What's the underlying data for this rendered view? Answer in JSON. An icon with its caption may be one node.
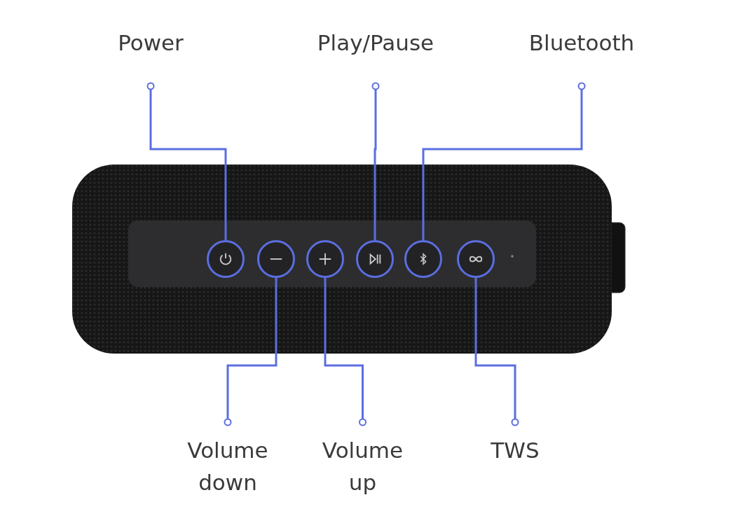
{
  "diagram": {
    "nodes": [
      {
        "text": [
          "Power"
        ]
      },
      {
        "text": [
          "Play/Pause"
        ]
      },
      {
        "text": [
          "Bluetooth"
        ]
      },
      {
        "text": [
          "Volume down"
        ]
      },
      {
        "text": [
          "Volume up"
        ]
      },
      {
        "text": [
          "TWS"
        ]
      },
      {
        "text": [],
        "shape": "circle"
      },
      {
        "text": [],
        "shape": "circle"
      },
      {
        "text": [],
        "shape": "circle"
      },
      {
        "text": [],
        "shape": "circle"
      },
      {
        "text": [],
        "shape": "circle"
      },
      {
        "text": [],
        "shape": "circle"
      }
    ],
    "edges": [
      {
        "from": 0,
        "to": 6,
        "arrow": "other"
      },
      {
        "from": 1,
        "to": 9,
        "arrow": "other"
      },
      {
        "from": 2,
        "to": 10,
        "arrow": "other"
      },
      {
        "from": 3,
        "to": 7,
        "arrow": "other"
      },
      {
        "from": 4,
        "to": 8,
        "arrow": "other"
      },
      {
        "from": 5,
        "to": 11,
        "arrow": "other"
      }
    ]
  }
}
